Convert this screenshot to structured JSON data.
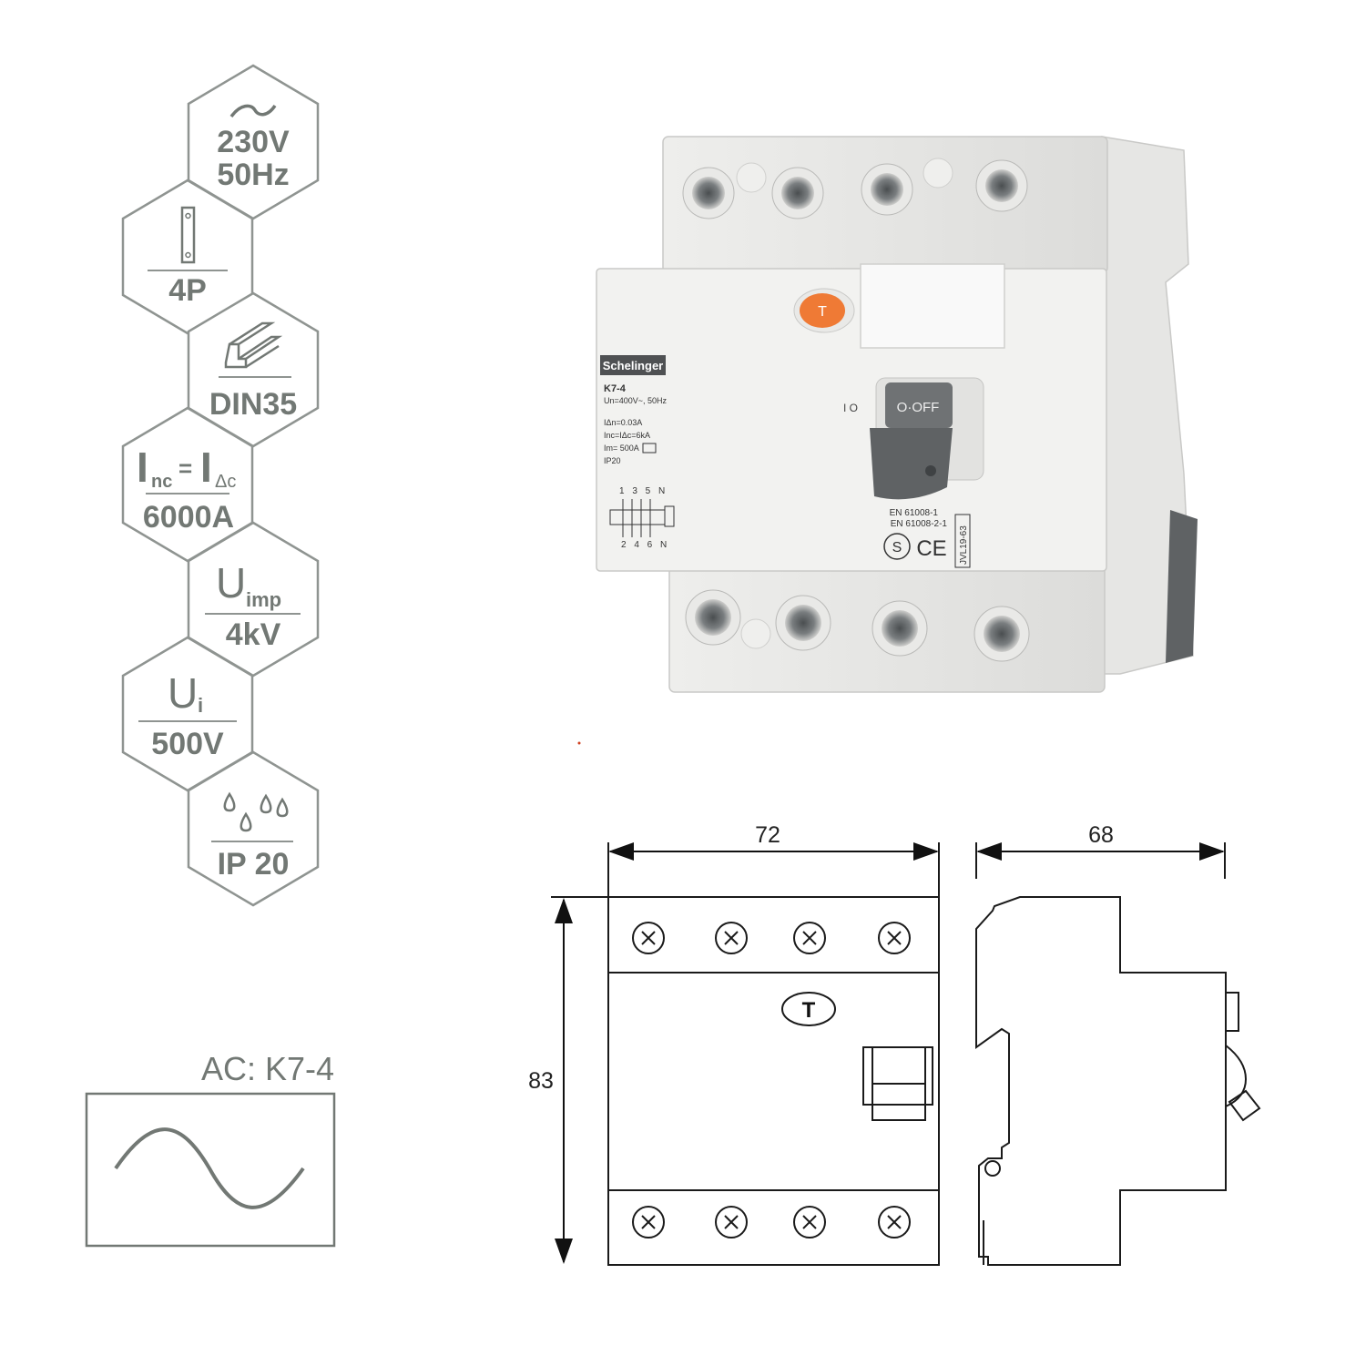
{
  "specs": {
    "voltage": {
      "icon": "ac-wave-icon",
      "line1": "230V",
      "line2": "50Hz"
    },
    "poles": {
      "icon": "pole-icon",
      "value": "4P"
    },
    "mounting": {
      "icon": "din-rail-icon",
      "value": "DIN35"
    },
    "short_circuit": {
      "symbol_left": "I",
      "symbol_left_sub": "nc",
      "equals": "=",
      "symbol_right": "I",
      "symbol_right_sub": "Δc",
      "value": "6000A"
    },
    "impulse_voltage": {
      "symbol": "U",
      "symbol_sub": "imp",
      "value": "4kV"
    },
    "insulation_voltage": {
      "symbol": "U",
      "symbol_sub": "i",
      "value": "500V"
    },
    "protection": {
      "icon": "water-drops-icon",
      "value": "IP 20"
    }
  },
  "type_box": {
    "label": "AC: K7-4",
    "icon": "sine-wave-icon"
  },
  "device": {
    "brand": "Schelinger",
    "model": "K7-4",
    "rating_line": "Un=400V~, 50Hz",
    "specs_lines": [
      "IΔn=0.03A",
      "Inc=IΔc=6kA",
      "Im= 500A",
      "IP20"
    ],
    "test_button": "T",
    "switch_label": "O·OFF",
    "terminals_top": "1 3 5 N",
    "terminals_bottom": "2 4 6 N",
    "standards": [
      "EN 61008-1",
      "EN 61008-2-1"
    ],
    "cert_code": "JVL19-63",
    "ce_mark": "CE",
    "s_mark": "S",
    "toggle_marks": "I O"
  },
  "drawing": {
    "width_label": "72",
    "depth_label": "68",
    "height_label": "83",
    "test_label": "T"
  }
}
